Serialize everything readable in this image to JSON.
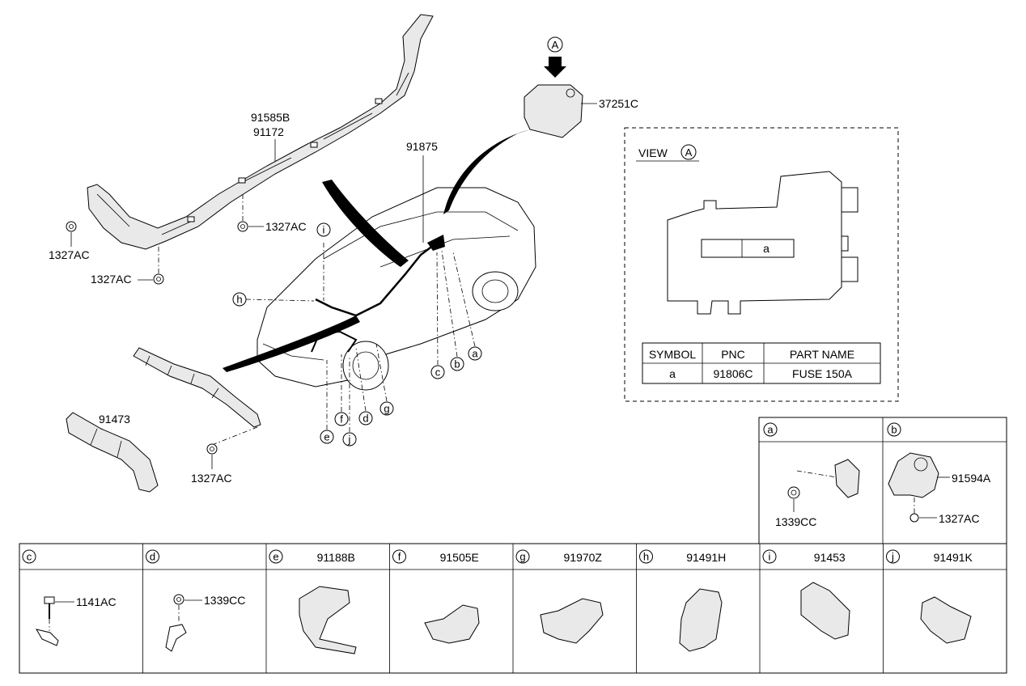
{
  "callouts": {
    "ref_A": "A",
    "view_title": "VIEW",
    "view_ref": "A"
  },
  "part_numbers": {
    "p91585B": "91585B",
    "p91172": "91172",
    "p91875": "91875",
    "p37251C": "37251C",
    "p1327AC_a": "1327AC",
    "p1327AC_b": "1327AC",
    "p1327AC_c": "1327AC",
    "p1327AC_d": "1327AC",
    "p91473": "91473"
  },
  "car_letters": [
    "i",
    "h",
    "a",
    "b",
    "c",
    "d",
    "g",
    "e",
    "f",
    "j"
  ],
  "view_box": {
    "fuse_cell": "a",
    "table": {
      "headers": [
        "SYMBOL",
        "PNC",
        "PART NAME"
      ],
      "rows": [
        [
          "a",
          "91806C",
          "FUSE 150A"
        ]
      ]
    }
  },
  "detail_top": [
    {
      "letter": "a",
      "part": "",
      "labels": [
        "1339CC"
      ]
    },
    {
      "letter": "b",
      "part": "",
      "labels": [
        "91594A",
        "1327AC"
      ]
    }
  ],
  "detail_bottom": [
    {
      "letter": "c",
      "part": "",
      "labels": [
        "1141AC"
      ]
    },
    {
      "letter": "d",
      "part": "",
      "labels": [
        "1339CC"
      ]
    },
    {
      "letter": "e",
      "part": "91188B",
      "labels": []
    },
    {
      "letter": "f",
      "part": "91505E",
      "labels": []
    },
    {
      "letter": "g",
      "part": "91970Z",
      "labels": []
    },
    {
      "letter": "h",
      "part": "91491H",
      "labels": []
    },
    {
      "letter": "i",
      "part": "91453",
      "labels": []
    },
    {
      "letter": "j",
      "part": "91491K",
      "labels": []
    }
  ]
}
